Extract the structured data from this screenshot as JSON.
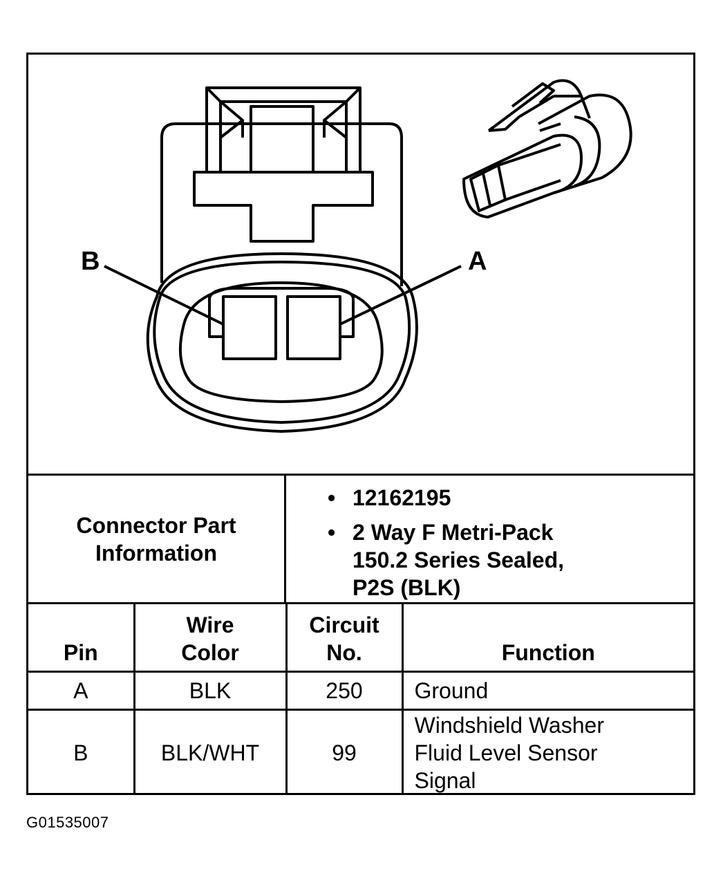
{
  "diagram": {
    "pin_labels": {
      "a": "A",
      "b": "B"
    }
  },
  "connector_info": {
    "title_line1": "Connector Part",
    "title_line2": "Information",
    "bullets": [
      {
        "mark": "•",
        "line1": "12162195",
        "line2": "",
        "line3": ""
      },
      {
        "mark": "•",
        "line1": "2 Way F Metri-Pack",
        "line2": "150.2 Series Sealed,",
        "line3": "P2S (BLK)"
      }
    ]
  },
  "pin_table": {
    "headers": {
      "pin": [
        "",
        "Pin"
      ],
      "wire_color": [
        "Wire",
        "Color"
      ],
      "circuit": [
        "Circuit",
        "No."
      ],
      "function": [
        "",
        "Function"
      ]
    },
    "rows": [
      {
        "pin": "A",
        "wire_color": "BLK",
        "circuit": "250",
        "function": [
          "Ground"
        ]
      },
      {
        "pin": "B",
        "wire_color": "BLK/WHT",
        "circuit": "99",
        "function": [
          "Windshield Washer",
          "Fluid Level Sensor",
          "Signal"
        ]
      }
    ]
  },
  "figure_code": "G01535007"
}
